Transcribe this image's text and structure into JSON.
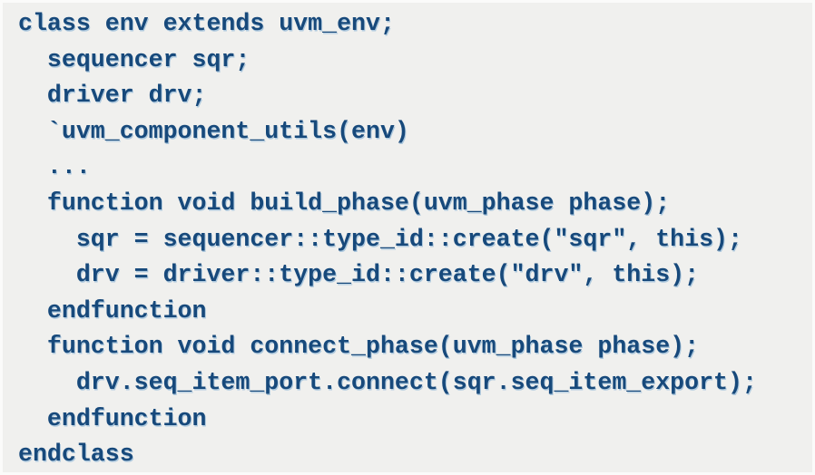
{
  "code_block": {
    "lines": [
      "class env extends uvm_env;",
      "  sequencer sqr;",
      "  driver drv;",
      "  `uvm_component_utils(env)",
      "  ...",
      "  function void build_phase(uvm_phase phase);",
      "    sqr = sequencer::type_id::create(\"sqr\", this);",
      "    drv = driver::type_id::create(\"drv\", this);",
      "  endfunction",
      "  function void connect_phase(uvm_phase phase);",
      "    drv.seq_item_port.connect(sqr.seq_item_export);",
      "  endfunction",
      "endclass"
    ],
    "colors": {
      "background": "#f0f0ee",
      "text": "#17497b",
      "text_shadow": "#aec9de",
      "edge": "#fbfbfa"
    }
  }
}
